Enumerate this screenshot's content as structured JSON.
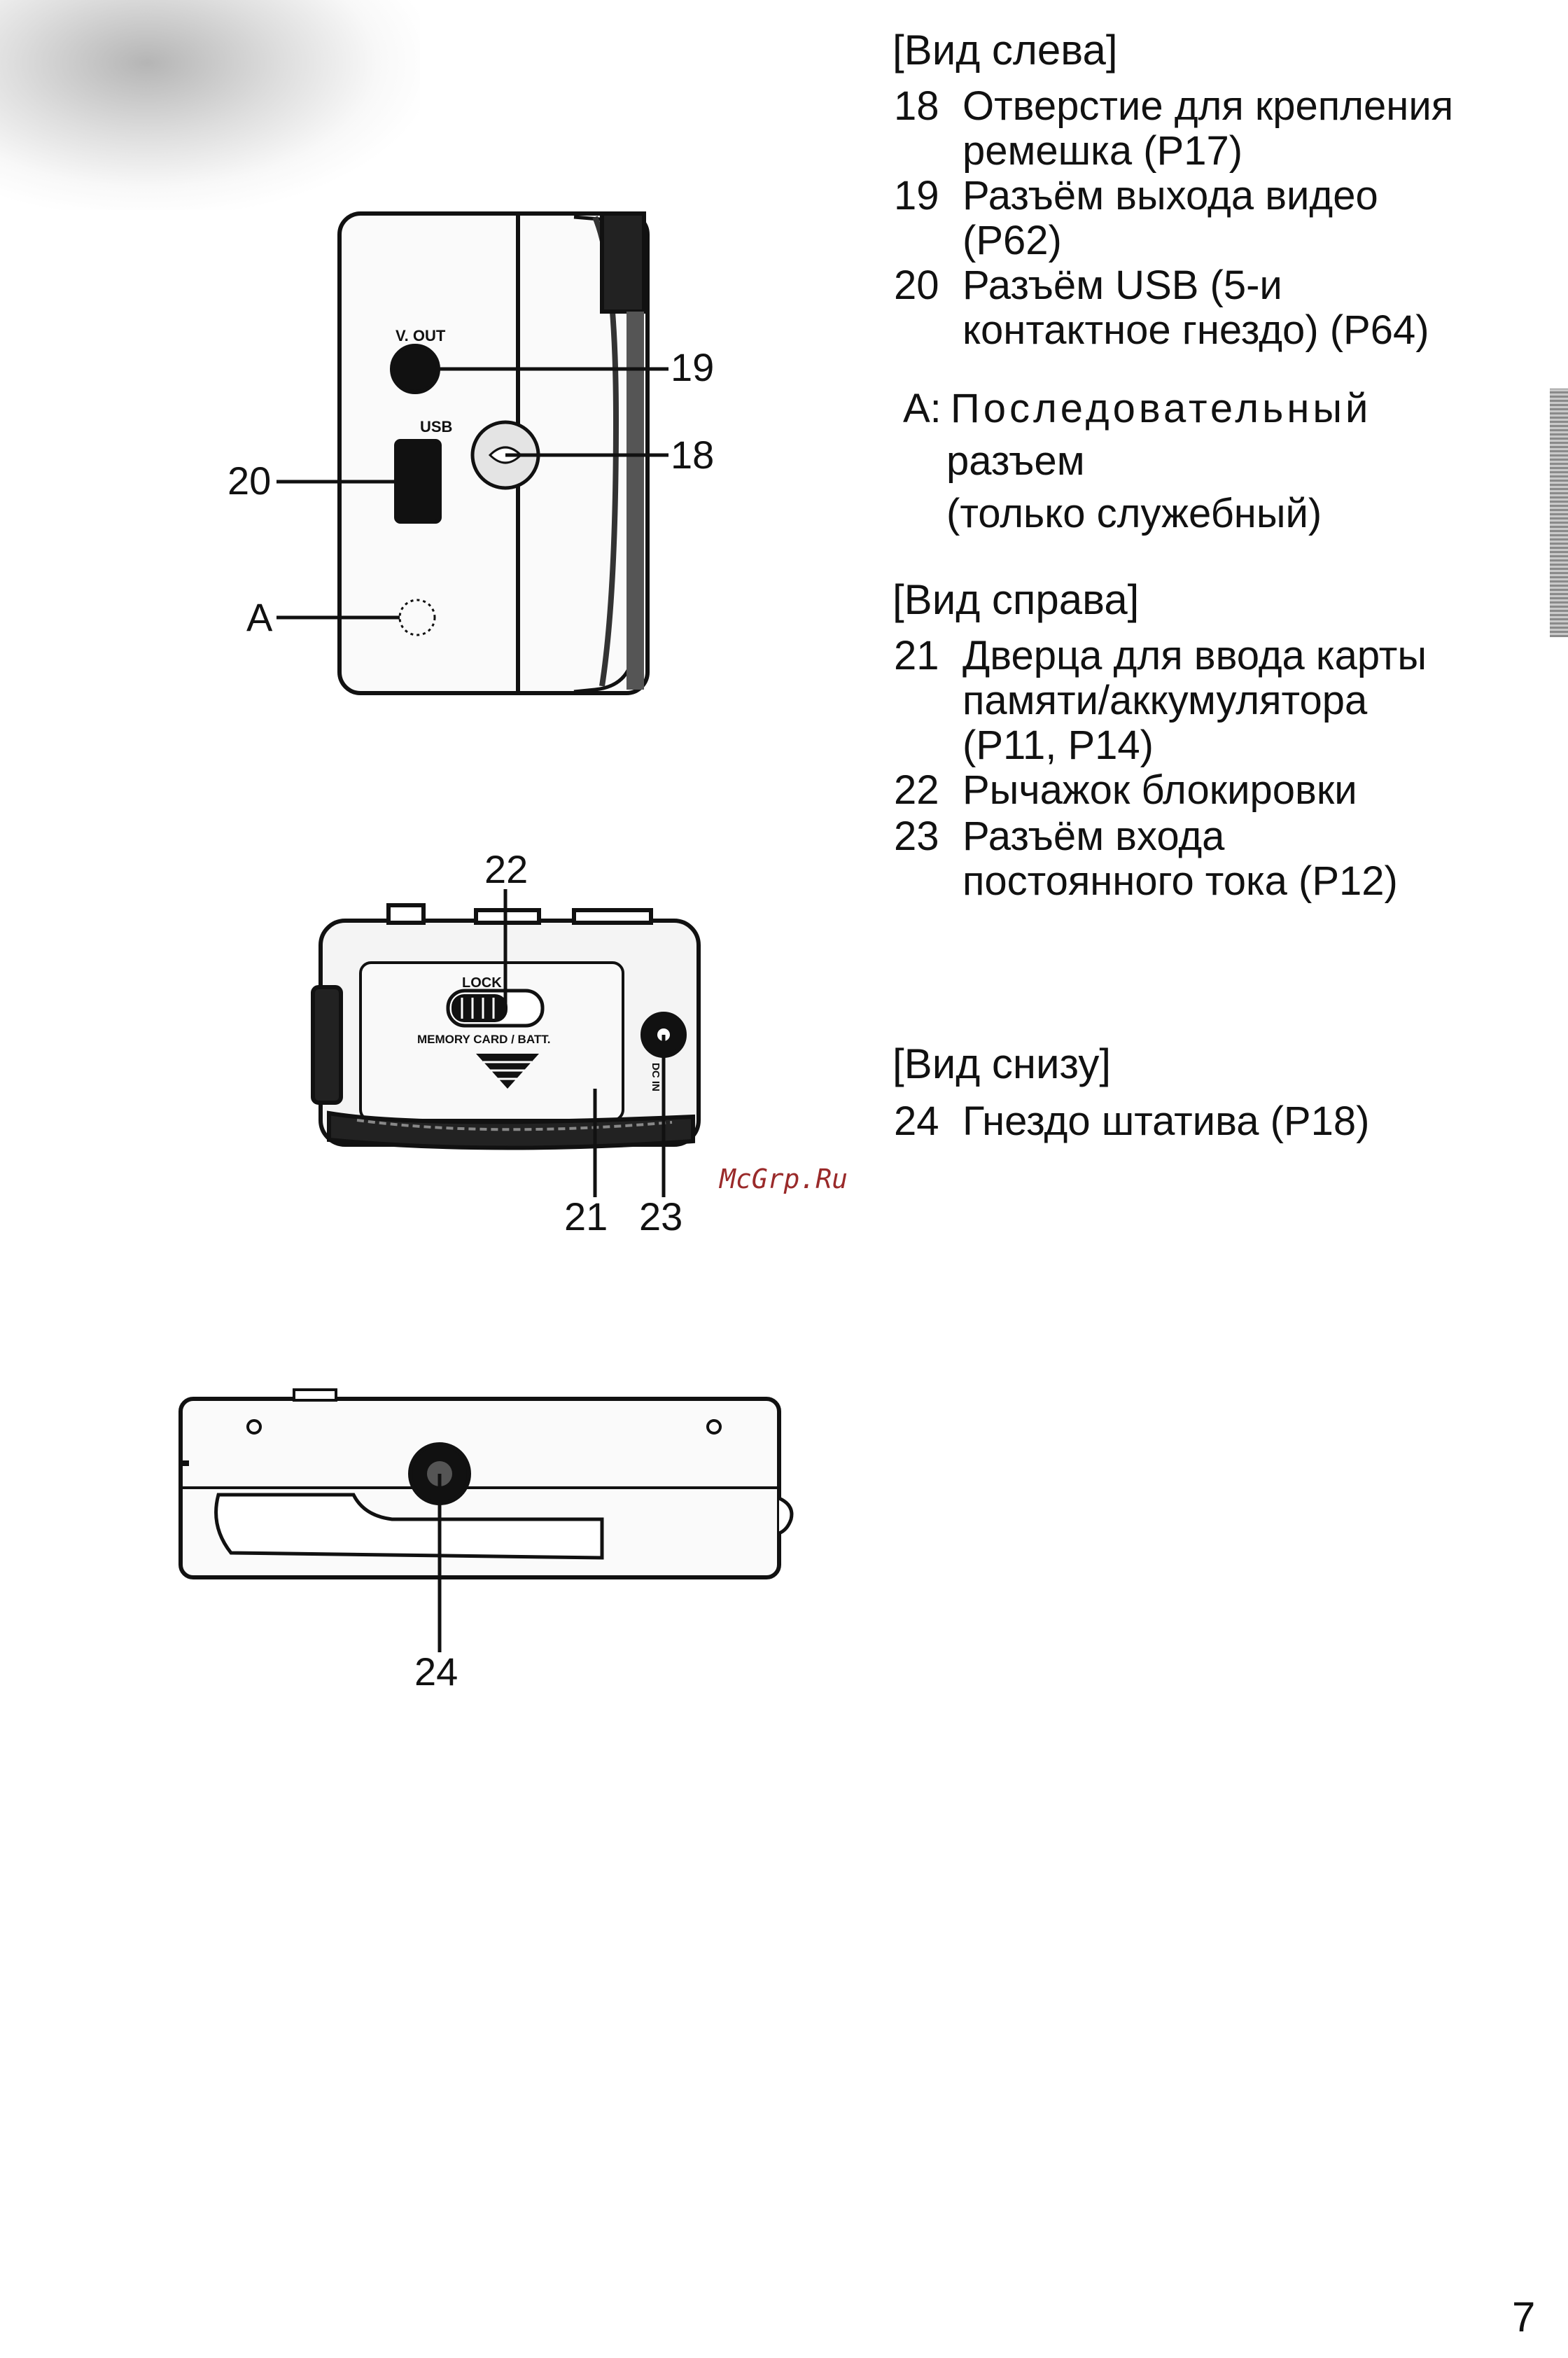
{
  "left_view": {
    "heading": "[Вид слева]",
    "items": [
      {
        "num": "18",
        "lines": [
          "Отверстие для крепления",
          "ремешка (P17)"
        ]
      },
      {
        "num": "19",
        "lines": [
          "Разъём выхода видео",
          "(P62)"
        ]
      },
      {
        "num": "20",
        "lines": [
          "Разъём USB (5-и",
          "контактное гнездо) (P64)"
        ]
      }
    ],
    "note_label": "A:",
    "note_lines": [
      "Последовательный",
      "разъем",
      "(только служебный)"
    ]
  },
  "right_view": {
    "heading": "[Вид справа]",
    "items": [
      {
        "num": "21",
        "lines": [
          "Дверца для ввода карты",
          "памяти/аккумулятора",
          "(P11, P14)"
        ]
      },
      {
        "num": "22",
        "lines": [
          "Рычажок блокировки"
        ]
      },
      {
        "num": "23",
        "lines": [
          "Разъём входа",
          "постоянного тока (P12)"
        ]
      }
    ]
  },
  "bottom_view": {
    "heading": "[Вид снизу]",
    "items": [
      {
        "num": "24",
        "lines": [
          "Гнездо штатива (P18)"
        ]
      }
    ]
  },
  "diagram_left": {
    "vout_label": "V. OUT",
    "usb_label": "USB",
    "callouts": {
      "c19": "19",
      "c18": "18",
      "c20": "20",
      "cA": "A"
    }
  },
  "diagram_right": {
    "lock_label": "LOCK",
    "door_label": "MEMORY CARD / BATT.",
    "dc_label": "DC IN",
    "callouts": {
      "c22": "22",
      "c21": "21",
      "c23": "23"
    }
  },
  "diagram_bottom": {
    "callouts": {
      "c24": "24"
    }
  },
  "watermark": "McGrp.Ru",
  "page_number": "7"
}
